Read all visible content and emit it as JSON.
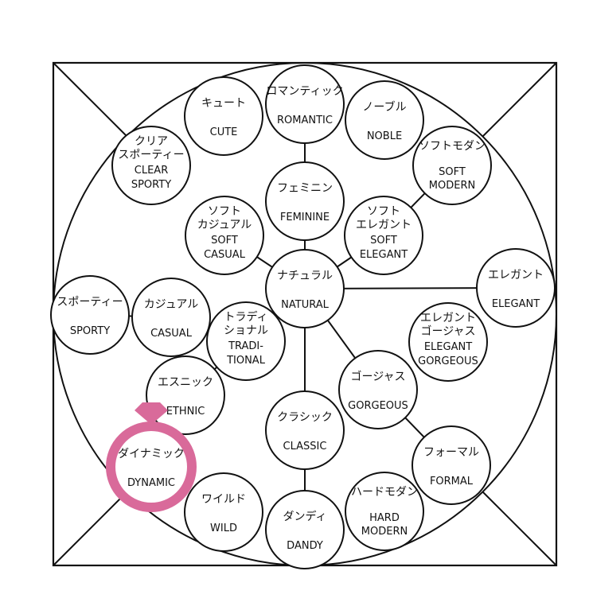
{
  "diagram": {
    "highlight_color": "#d96a9a",
    "highlighted_node": "dynamic",
    "nodes": [
      {
        "id": "romantic",
        "lines": [
          "ロマンティック",
          "ROMANTIC"
        ]
      },
      {
        "id": "cute",
        "lines": [
          "キュート",
          "CUTE"
        ]
      },
      {
        "id": "noble",
        "lines": [
          "ノーブル",
          "NOBLE"
        ]
      },
      {
        "id": "clear-sporty",
        "lines": [
          "クリア",
          "スポーティー",
          "CLEAR",
          "SPORTY"
        ]
      },
      {
        "id": "soft-modern",
        "lines": [
          "ソフトモダン",
          "SOFT",
          "MODERN"
        ]
      },
      {
        "id": "feminine",
        "lines": [
          "フェミニン",
          "FEMININE"
        ]
      },
      {
        "id": "soft-casual",
        "lines": [
          "ソフト",
          "カジュアル",
          "SOFT",
          "CASUAL"
        ]
      },
      {
        "id": "soft-elegant",
        "lines": [
          "ソフト",
          "エレガント",
          "SOFT",
          "ELEGANT"
        ]
      },
      {
        "id": "natural",
        "lines": [
          "ナチュラル",
          "NATURAL"
        ]
      },
      {
        "id": "elegant",
        "lines": [
          "エレガント",
          "ELEGANT"
        ]
      },
      {
        "id": "sporty",
        "lines": [
          "スポーティー",
          "SPORTY"
        ]
      },
      {
        "id": "casual",
        "lines": [
          "カジュアル",
          "CASUAL"
        ]
      },
      {
        "id": "traditional",
        "lines": [
          "トラディ",
          "ショナル",
          "TRADI-",
          "TIONAL"
        ]
      },
      {
        "id": "elegant-gorgeous",
        "lines": [
          "エレガント",
          "ゴージャス",
          "ELEGANT",
          "GORGEOUS"
        ]
      },
      {
        "id": "ethnic",
        "lines": [
          "エスニック",
          "ETHNIC"
        ]
      },
      {
        "id": "gorgeous",
        "lines": [
          "ゴージャス",
          "GORGEOUS"
        ]
      },
      {
        "id": "classic",
        "lines": [
          "クラシック",
          "CLASSIC"
        ]
      },
      {
        "id": "dynamic",
        "lines": [
          "ダイナミック",
          "DYNAMIC"
        ]
      },
      {
        "id": "formal",
        "lines": [
          "フォーマル",
          "FORMAL"
        ]
      },
      {
        "id": "wild",
        "lines": [
          "ワイルド",
          "WILD"
        ]
      },
      {
        "id": "dandy",
        "lines": [
          "ダンディ",
          "DANDY"
        ]
      },
      {
        "id": "hard-modern",
        "lines": [
          "ハードモダン",
          "HARD",
          "MODERN"
        ]
      }
    ],
    "edges": [
      [
        "romantic",
        "feminine"
      ],
      [
        "feminine",
        "natural"
      ],
      [
        "soft-casual",
        "natural"
      ],
      [
        "soft-elegant",
        "natural"
      ],
      [
        "soft-modern",
        "soft-elegant"
      ],
      [
        "natural",
        "elegant"
      ],
      [
        "natural",
        "traditional"
      ],
      [
        "natural",
        "classic"
      ],
      [
        "natural",
        "gorgeous"
      ],
      [
        "traditional",
        "ethnic"
      ],
      [
        "classic",
        "dandy"
      ],
      [
        "gorgeous",
        "formal"
      ],
      [
        "sporty",
        "casual"
      ],
      [
        "casual",
        "traditional"
      ]
    ]
  }
}
